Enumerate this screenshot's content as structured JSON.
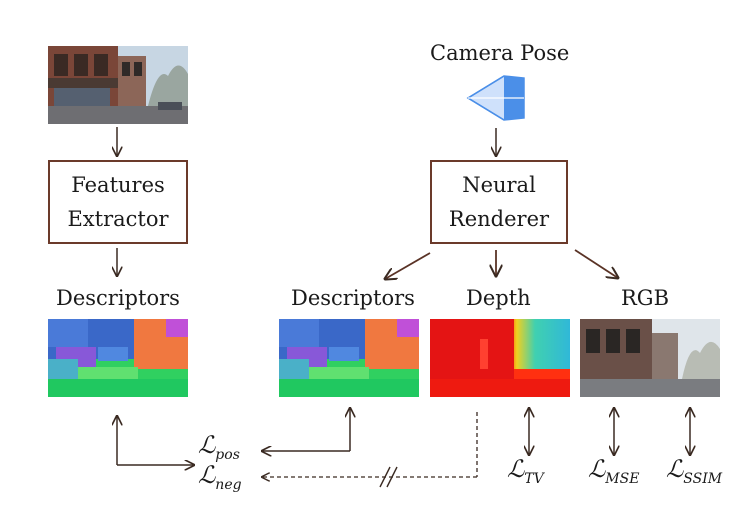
{
  "inputs": {
    "camera_pose_label": "Camera Pose"
  },
  "left_branch": {
    "extractor_line1": "Features",
    "extractor_line2": "Extractor",
    "descriptors_label": "Descriptors"
  },
  "right_branch": {
    "renderer_line1": "Neural",
    "renderer_line2": "Renderer",
    "outputs": {
      "descriptors_label": "Descriptors",
      "depth_label": "Depth",
      "rgb_label": "RGB"
    }
  },
  "losses": {
    "pos": {
      "symbol": "ℒ",
      "sub": "pos"
    },
    "neg": {
      "symbol": "ℒ",
      "sub": "neg"
    },
    "tv": {
      "symbol": "ℒ",
      "sub": "TV"
    },
    "mse": {
      "symbol": "ℒ",
      "sub": "MSE"
    },
    "ssim": {
      "symbol": "ℒ",
      "sub": "SSIM"
    }
  },
  "colors": {
    "box_border": "#6b3a2a",
    "arrow": "#5a3326",
    "camera": "#4b8fe8"
  }
}
